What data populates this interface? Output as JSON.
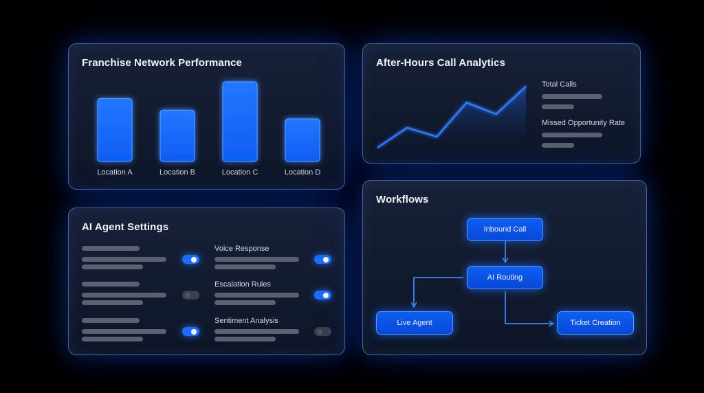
{
  "franchise": {
    "title": "Franchise Network Performance",
    "chart_data": {
      "type": "bar",
      "title": "Franchise Network Performance",
      "categories": [
        "Location A",
        "Location B",
        "Location C",
        "Location D"
      ],
      "values": [
        93,
        76,
        118,
        63
      ],
      "ylim": [
        0,
        120
      ],
      "grid": false,
      "color": "#1a6bff"
    }
  },
  "analytics": {
    "title": "After-Hours Call Analytics",
    "chart_data": {
      "type": "area",
      "values": [
        0,
        31,
        17,
        70,
        52,
        95
      ],
      "ylim": [
        0,
        100
      ],
      "grid": false,
      "color": "#2f7cff"
    },
    "metrics": [
      {
        "label": "Total Calls"
      },
      {
        "label": "Missed Opportunity Rate"
      }
    ]
  },
  "settings": {
    "title": "AI Agent Settings",
    "left_rows": [
      {
        "toggle": "on"
      },
      {
        "toggle": "off"
      },
      {
        "toggle": "on"
      }
    ],
    "right_rows": [
      {
        "label": "Voice Response",
        "toggle": "on"
      },
      {
        "label": "Escalation Rules",
        "toggle": "on"
      },
      {
        "label": "Sentiment Analysis",
        "toggle": "off"
      }
    ]
  },
  "workflows": {
    "title": "Workflows",
    "nodes": {
      "inbound": "Inbound Call",
      "routing": "AI Routing",
      "live_agent": "Live Agent",
      "ticket": "Ticket Creation"
    }
  },
  "colors": {
    "accent": "#1a6bff",
    "background": "#000000",
    "card_border": "#7aa0e6",
    "skeleton": "#5a6170"
  }
}
